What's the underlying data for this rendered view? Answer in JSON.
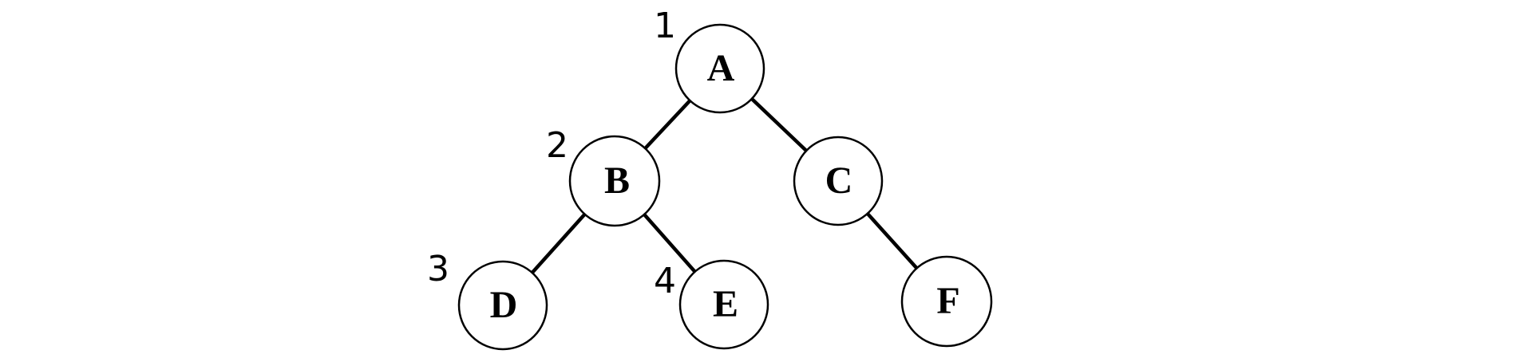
{
  "colors": {
    "background": "#ffffff",
    "stroke": "#000000",
    "node_fill": "#ffffff",
    "text": "#000000"
  },
  "tree": {
    "kind": "binary-tree-diagram",
    "nodes": [
      {
        "id": "A",
        "label": "A",
        "order_number": "1"
      },
      {
        "id": "B",
        "label": "B",
        "order_number": "2"
      },
      {
        "id": "C",
        "label": "C",
        "order_number": ""
      },
      {
        "id": "D",
        "label": "D",
        "order_number": "3"
      },
      {
        "id": "E",
        "label": "E",
        "order_number": "4"
      },
      {
        "id": "F",
        "label": "F",
        "order_number": ""
      }
    ],
    "edges": [
      {
        "from": "A",
        "to": "B"
      },
      {
        "from": "A",
        "to": "C"
      },
      {
        "from": "B",
        "to": "D"
      },
      {
        "from": "B",
        "to": "E"
      },
      {
        "from": "C",
        "to": "F"
      }
    ]
  }
}
